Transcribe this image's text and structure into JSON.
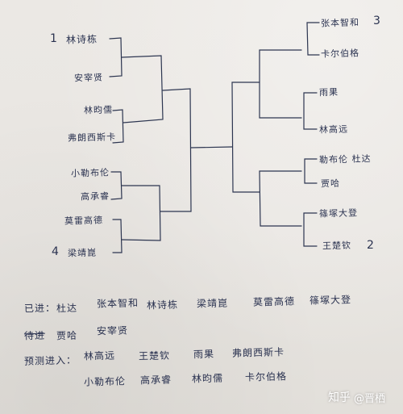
{
  "bracket": {
    "left": [
      {
        "seed": "1",
        "name": "林诗栋"
      },
      {
        "name": "安宰贤"
      },
      {
        "name": "林昀儒"
      },
      {
        "name": "弗朗西斯卡"
      },
      {
        "name": "小勒布伦"
      },
      {
        "name": "高承睿"
      },
      {
        "name": "莫雷高德"
      },
      {
        "seed": "4",
        "name": "梁靖崑"
      }
    ],
    "right": [
      {
        "seed": "3",
        "name": "张本智和"
      },
      {
        "name": "卡尔伯格"
      },
      {
        "name": "雨果"
      },
      {
        "name": "林高远"
      },
      {
        "name": "勒布伦 杜达"
      },
      {
        "name": "贾哈"
      },
      {
        "name": "篠塚大登"
      },
      {
        "seed": "2",
        "name": "王楚钦"
      }
    ]
  },
  "notes": {
    "advanced_label": "已进：",
    "advanced": [
      "杜达",
      "张本智和",
      "林诗栋",
      "梁靖崑",
      "莫雷高德",
      "篠塚大登"
    ],
    "pending_label": "待进",
    "pending": [
      "贾哈",
      "安宰贤"
    ],
    "predicted_label": "预测进入：",
    "predicted_row1": [
      "林高远",
      "王楚钦",
      "雨果",
      "弗朗西斯卡"
    ],
    "predicted_row2": [
      "小勒布伦",
      "高承睿",
      "林昀儒",
      "卡尔伯格"
    ]
  },
  "watermark": {
    "site": "知乎",
    "author": "@晋栖"
  }
}
